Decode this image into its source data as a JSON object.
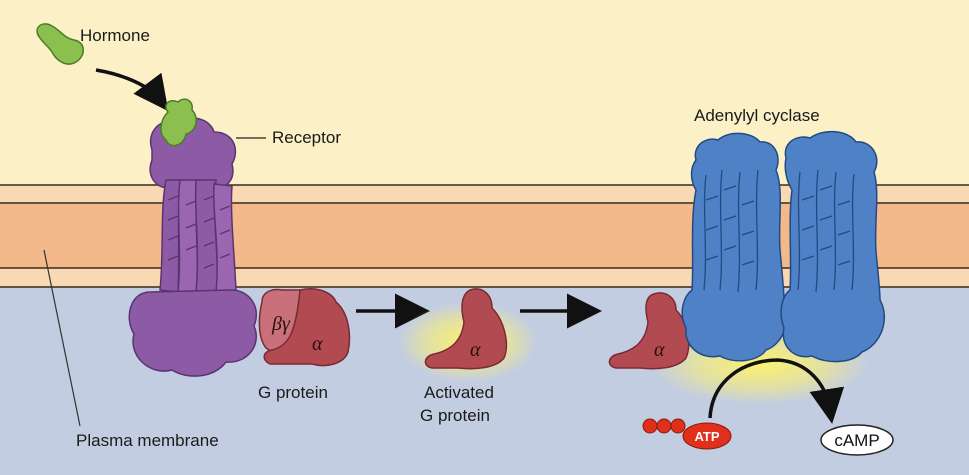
{
  "labels": {
    "hormone": "Hormone",
    "receptor": "Receptor",
    "adenylyl_cyclase": "Adenylyl cyclase",
    "g_protein": "G protein",
    "activated_line1": "Activated",
    "activated_line2": "G protein",
    "plasma_membrane": "Plasma membrane",
    "atp": "ATP",
    "camp": "cAMP",
    "beta_gamma": "βγ",
    "alpha": "α"
  },
  "colors": {
    "extracellular": "#fbf0c6",
    "membrane_core": "#f4b98a",
    "cytoplasm": "#c3cde2",
    "receptor": "#8d5aa6",
    "hormone": "#8cc04e",
    "g_alpha": "#b24a52",
    "g_beta_gamma": "#c9707a",
    "cyclase": "#4f81c7",
    "atp": "#e0301c",
    "glow": "#fff36a"
  }
}
